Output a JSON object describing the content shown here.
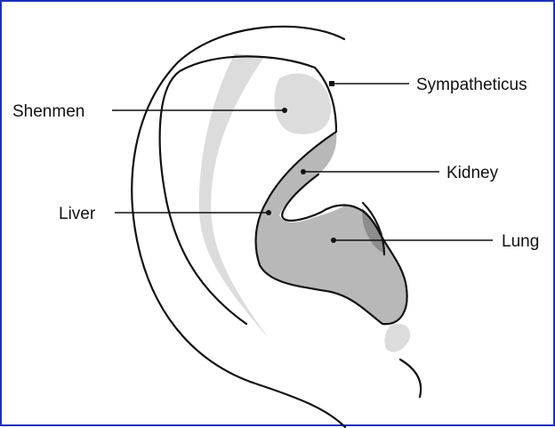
{
  "diagram": {
    "labels": {
      "sympatheticus": "Sympatheticus",
      "shenmen": "Shenmen",
      "kidney": "Kidney",
      "liver": "Liver",
      "lung": "Lung"
    }
  },
  "colors": {
    "border": "#1f2fb8",
    "outline": "#111111",
    "light_shade": "#dcdcdc",
    "mid_shade": "#b8b8b8",
    "dark_shade": "#8c8c8c"
  }
}
